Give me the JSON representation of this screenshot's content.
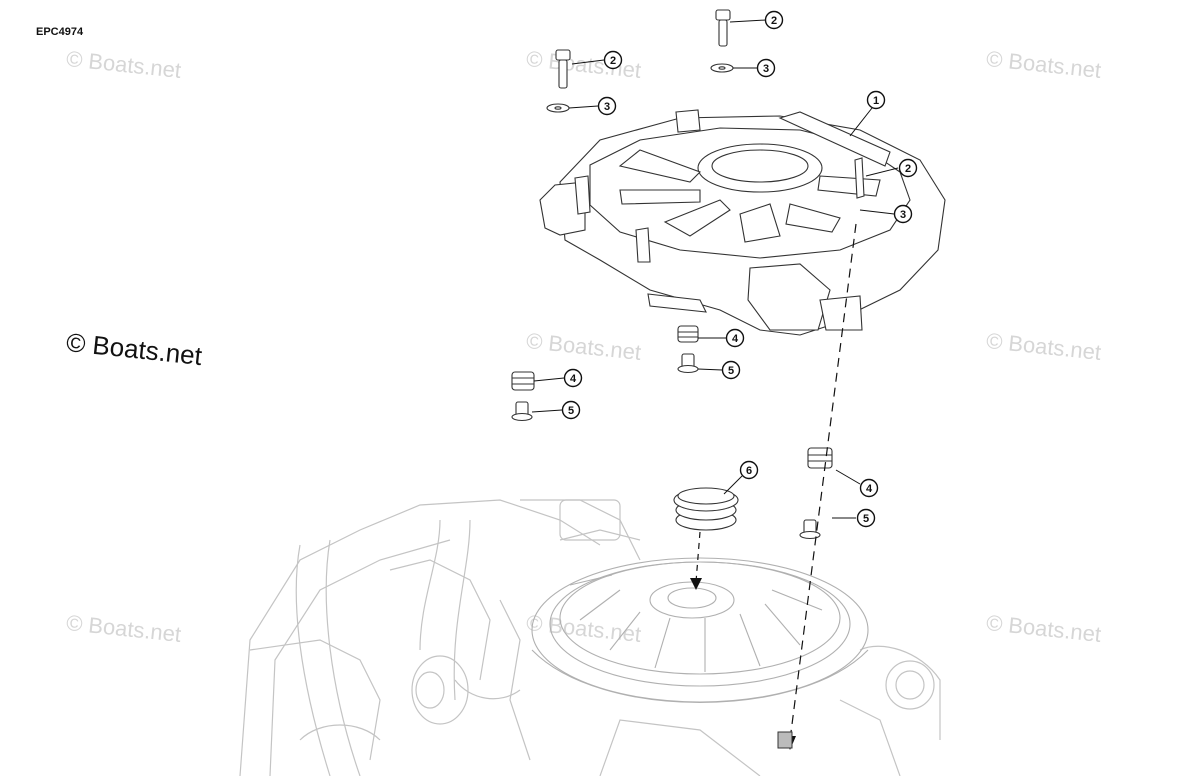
{
  "diagram": {
    "code": "EPC4974",
    "watermark_text": "© Boats.net",
    "callouts": [
      "1",
      "2",
      "2",
      "2",
      "3",
      "3",
      "3",
      "4",
      "4",
      "4",
      "5",
      "5",
      "5",
      "6"
    ]
  }
}
